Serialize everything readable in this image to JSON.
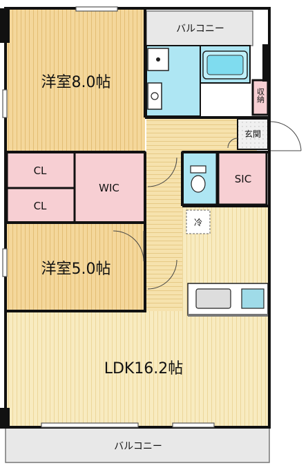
{
  "rooms": {
    "western_room_1": "洋室8.0帖",
    "western_room_2": "洋室5.0帖",
    "ldk": "LDK16.2帖",
    "closet_1": "CL",
    "closet_2": "CL",
    "walk_in_closet": "WIC",
    "shoe_closet": "SIC",
    "entrance": "玄関",
    "storage": "収納",
    "fridge": "冷",
    "balcony_top": "バルコニー",
    "balcony_bottom": "バルコニー"
  },
  "colors": {
    "wood_floor": "#f3d9a0",
    "ldk_floor": "#f8ecbf",
    "closet_pink": "#f7cfd3",
    "wet_area_blue": "#aee6f3",
    "balcony_gray": "#e8e8e8",
    "wall": "#111111"
  }
}
